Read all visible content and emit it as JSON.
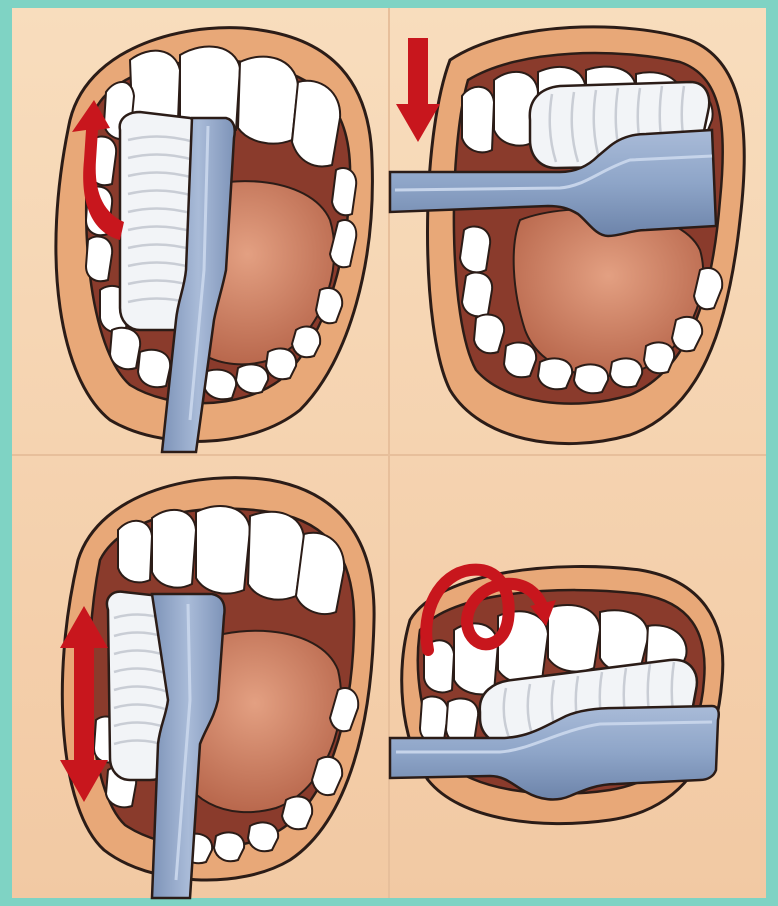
{
  "illustration": {
    "colors": {
      "frame": "#7fd3c4",
      "panel_bg": "#f6d6b4",
      "lip": "#e8a878",
      "lip_shadow": "#c98a5d",
      "mouth_interior": "#8a3b2c",
      "tongue": "#d98a6a",
      "tongue_shadow": "#b9684d",
      "tooth": "#ffffff",
      "tooth_shadow": "#d9dde3",
      "outline": "#2b1c17",
      "brush": "#8ea5c8",
      "brush_highlight": "#c6d4ea",
      "bristle": "#f2f4f7",
      "arrow": "#c8161d"
    },
    "panels": [
      {
        "position": "top-left",
        "view": "inner-surface-upper",
        "brush_orientation": "vertical",
        "arrow": "curved-up"
      },
      {
        "position": "top-right",
        "view": "biting-surface",
        "brush_orientation": "horizontal",
        "arrow": "down"
      },
      {
        "position": "bottom-left",
        "view": "inner-surface-front",
        "brush_orientation": "vertical",
        "arrow": "up-down"
      },
      {
        "position": "bottom-right",
        "view": "outer-surface",
        "brush_orientation": "horizontal",
        "arrow": "circular"
      }
    ]
  }
}
